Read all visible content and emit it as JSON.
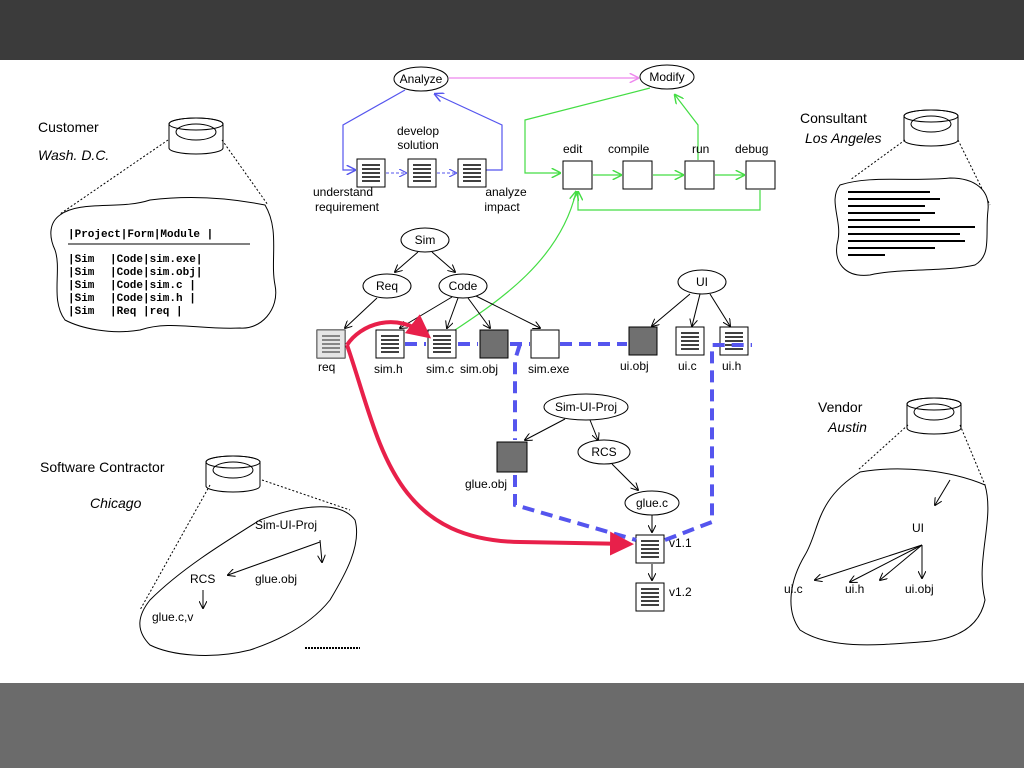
{
  "sites": {
    "customer": {
      "name": "Customer",
      "city": "Wash. D.C."
    },
    "consultant": {
      "name": "Consultant",
      "city": "Los Angeles"
    },
    "contractor": {
      "name": "Software Contractor",
      "city": "Chicago"
    },
    "vendor": {
      "name": "Vendor",
      "city": "Austin"
    }
  },
  "customer_table": {
    "header": "|Project|Form|Module |",
    "rows": [
      {
        "project": "|Sim",
        "entry": "|Code|sim.exe|"
      },
      {
        "project": "|Sim",
        "entry": "|Code|sim.obj|"
      },
      {
        "project": "|Sim",
        "entry": "|Code|sim.c   |"
      },
      {
        "project": "|Sim",
        "entry": "|Code|sim.h   |"
      },
      {
        "project": "|Sim",
        "entry": "|Req |req    |"
      }
    ]
  },
  "process": {
    "analyze": "Analyze",
    "modify": "Modify",
    "develop": "develop",
    "solution": "solution",
    "understand": "understand",
    "requirement": "requirement",
    "analyze_step": "analyze",
    "impact": "impact",
    "edit": "edit",
    "compile": "compile",
    "run": "run",
    "debug": "debug"
  },
  "tree": {
    "sim": "Sim",
    "req": "Req",
    "code": "Code",
    "ui": "UI",
    "sim_ui_proj": "Sim-UI-Proj",
    "rcs": "RCS",
    "glue_c": "glue.c",
    "files": {
      "req": "req",
      "sim_h": "sim.h",
      "sim_c": "sim.c",
      "sim_obj": "sim.obj",
      "sim_exe": "sim.exe",
      "ui_obj": "ui.obj",
      "ui_c": "ui.c",
      "ui_h": "ui.h",
      "glue_obj": "glue.obj",
      "v1_1": "v1.1",
      "v1_2": "v1.2"
    }
  },
  "contractor_cloud": {
    "proj": "Sim-UI-Proj",
    "rcs": "RCS",
    "glue_obj": "glue.obj",
    "glue_cv": "glue.c,v"
  },
  "vendor_cloud": {
    "ui": "UI",
    "ui_c": "ui.c",
    "ui_h": "ui.h",
    "ui_obj": "ui.obj"
  },
  "colors": {
    "blue": "#5555ee",
    "red": "#e8204a",
    "green": "#44dd44",
    "magenta": "#ee88ee",
    "gray_box": "#707070"
  }
}
